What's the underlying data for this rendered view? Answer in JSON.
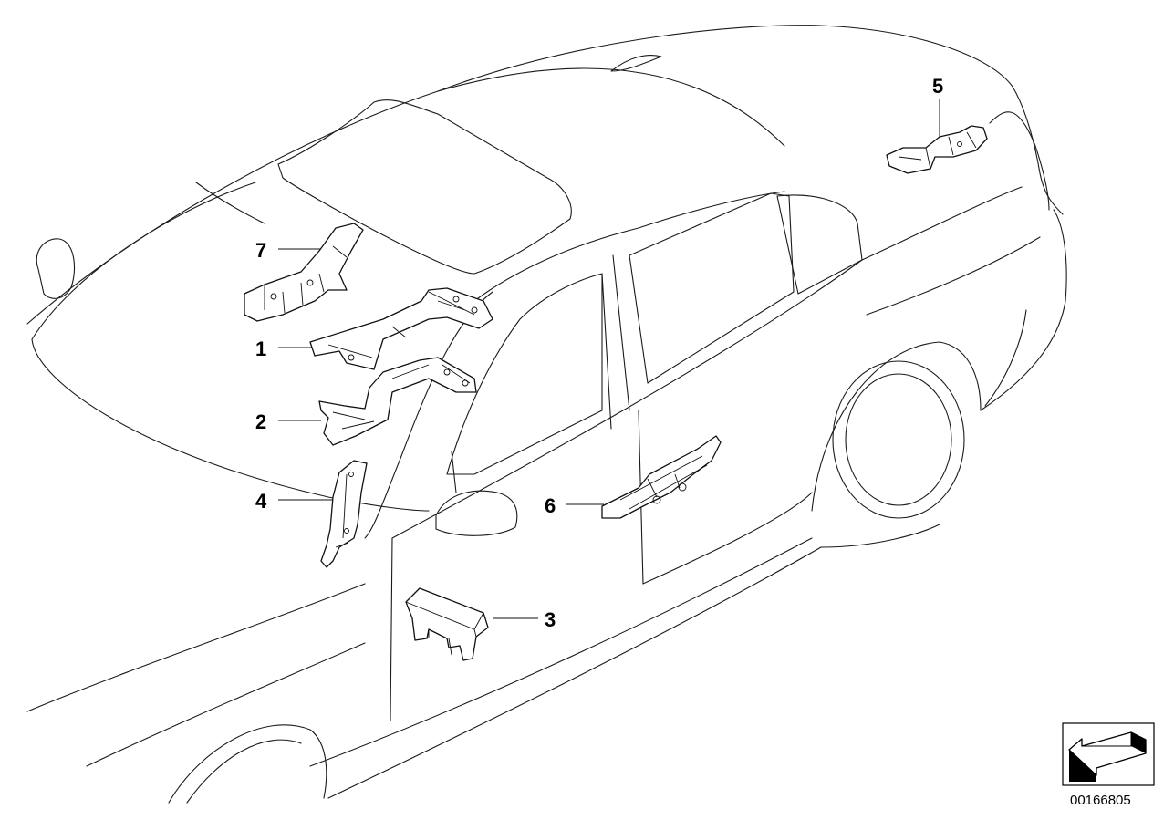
{
  "callouts": [
    {
      "id": "1",
      "label": "1"
    },
    {
      "id": "2",
      "label": "2"
    },
    {
      "id": "3",
      "label": "3"
    },
    {
      "id": "4",
      "label": "4"
    },
    {
      "id": "5",
      "label": "5"
    },
    {
      "id": "6",
      "label": "6"
    },
    {
      "id": "7",
      "label": "7"
    }
  ],
  "orientation_icon": "direction-arrow-icon",
  "document_number": "00166805"
}
